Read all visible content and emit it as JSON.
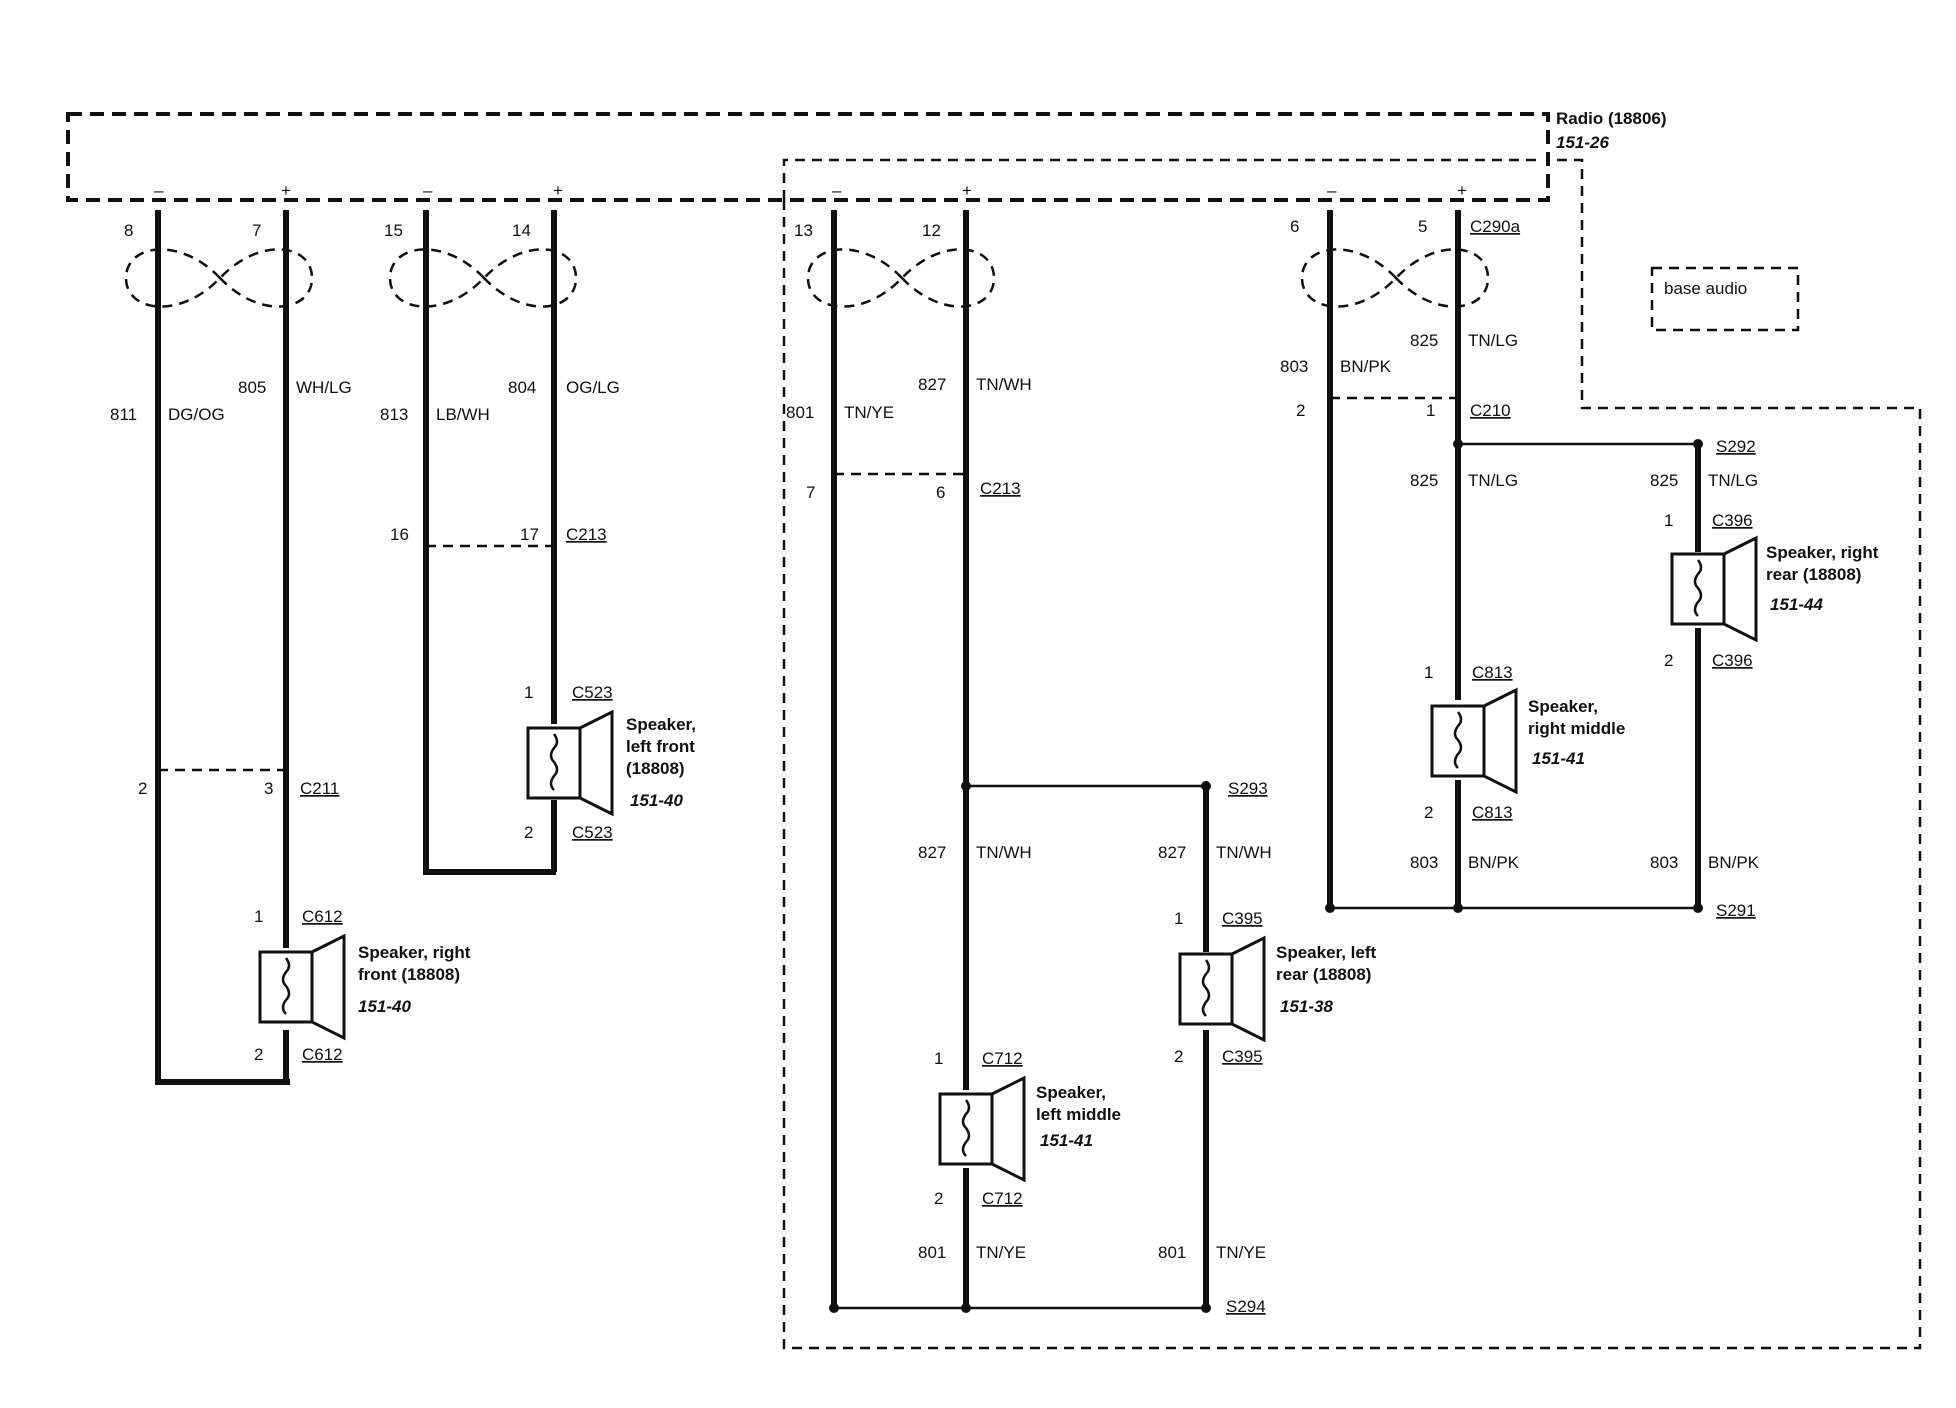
{
  "radio": {
    "title": "Radio (18806)",
    "page_ref": "151-26"
  },
  "base_audio": "base audio",
  "terminals": {
    "t8": "8",
    "t7": "7",
    "t15": "15",
    "t14": "14",
    "t13": "13",
    "t12": "12",
    "t6": "6",
    "t5": "5",
    "c290a": "C290a",
    "minus": "–",
    "plus": "+"
  },
  "circuits": {
    "c811": "811",
    "c811_color": "DG/OG",
    "c805": "805",
    "c805_color": "WH/LG",
    "c813": "813",
    "c813_color": "LB/WH",
    "c804": "804",
    "c804_color": "OG/LG",
    "c801": "801",
    "c801_color": "TN/YE",
    "c827": "827",
    "c827_color": "TN/WH",
    "c803": "803",
    "c803_color": "BN/PK",
    "c825": "825",
    "c825_color": "TN/LG"
  },
  "connectors": {
    "c211": "C211",
    "c211_pin_a": "2",
    "c211_pin_b": "3",
    "c213_a": "C213",
    "c213_pin_a": "16",
    "c213_pin_b": "17",
    "c213_b": "C213",
    "c213_pin_c": "7",
    "c213_pin_d": "6",
    "c210": "C210",
    "c210_pin_a": "2",
    "c210_pin_b": "1",
    "c612": "C612",
    "c523": "C523",
    "c712": "C712",
    "c395": "C395",
    "c813": "C813",
    "c396": "C396",
    "pin1": "1",
    "pin2": "2"
  },
  "splices": {
    "s293": "S293",
    "s294": "S294",
    "s292": "S292",
    "s291": "S291"
  },
  "speakers": {
    "right_front": {
      "line1": "Speaker, right",
      "line2": "front (18808)",
      "ref": "151-40"
    },
    "left_front": {
      "line1": "Speaker,",
      "line2": "left front",
      "line3": "(18808)",
      "ref": "151-40"
    },
    "left_middle": {
      "line1": "Speaker,",
      "line2": "left middle",
      "ref": "151-41"
    },
    "left_rear": {
      "line1": "Speaker, left",
      "line2": "rear (18808)",
      "ref": "151-38"
    },
    "right_middle": {
      "line1": "Speaker,",
      "line2": "right middle",
      "ref": "151-41"
    },
    "right_rear": {
      "line1": "Speaker, right",
      "line2": "rear (18808)",
      "ref": "151-44"
    }
  }
}
